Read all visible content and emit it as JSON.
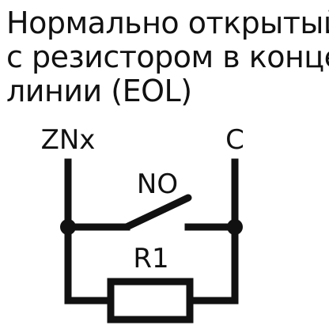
{
  "title": {
    "lines": [
      "Нормально открытый",
      "с резистором в конце",
      "линии (EOL)"
    ]
  },
  "circuit": {
    "terminal_left": "ZNx",
    "terminal_right": "C",
    "switch_label": "NO",
    "resistor_label": "R1"
  },
  "colors": {
    "stroke": "#111111",
    "background": "#ffffff"
  }
}
